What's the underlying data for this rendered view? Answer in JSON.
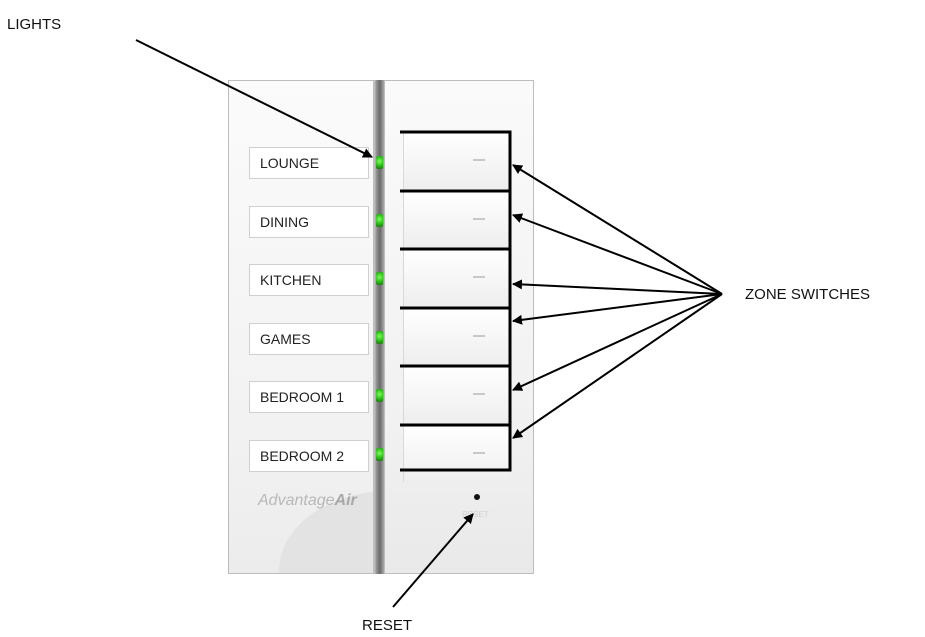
{
  "callouts": {
    "lights": "LIGHTS",
    "zone_switches": "ZONE SWITCHES",
    "reset": "RESET"
  },
  "zones": [
    "LOUNGE",
    "DINING",
    "KITCHEN",
    "GAMES",
    "BEDROOM 1",
    "BEDROOM 2"
  ],
  "logo": {
    "word1": "Advantage",
    "word2": "Air"
  },
  "reset_button_text": "RESET",
  "colors": {
    "led": "#33cc22",
    "line": "#000000"
  }
}
